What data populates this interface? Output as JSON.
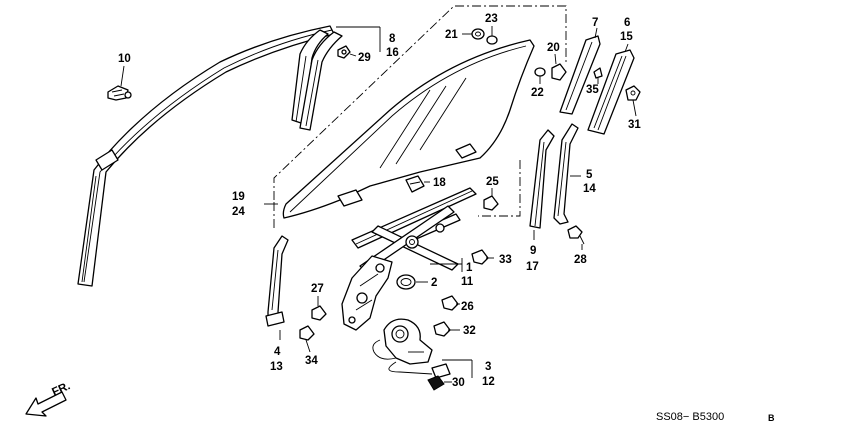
{
  "diagram": {
    "labels": {
      "p10": "10",
      "p8": "8",
      "p16": "16",
      "p29": "29",
      "p21": "21",
      "p23": "23",
      "p20": "20",
      "p22": "22",
      "p7": "7",
      "p6": "6",
      "p15": "15",
      "p35": "35",
      "p31": "31",
      "p18": "18",
      "p25": "25",
      "p19": "19",
      "p24": "24",
      "p5": "5",
      "p14": "14",
      "p9": "9",
      "p17": "17",
      "p28": "28",
      "p33": "33",
      "p1": "1",
      "p11": "11",
      "p2": "2",
      "p27": "27",
      "p26": "26",
      "p32": "32",
      "p4": "4",
      "p13": "13",
      "p34": "34",
      "p3": "3",
      "p12": "12",
      "p30": "30"
    },
    "front_label": "FR.",
    "catalog_code": "SS08− B5300",
    "catalog_suffix": "B"
  }
}
